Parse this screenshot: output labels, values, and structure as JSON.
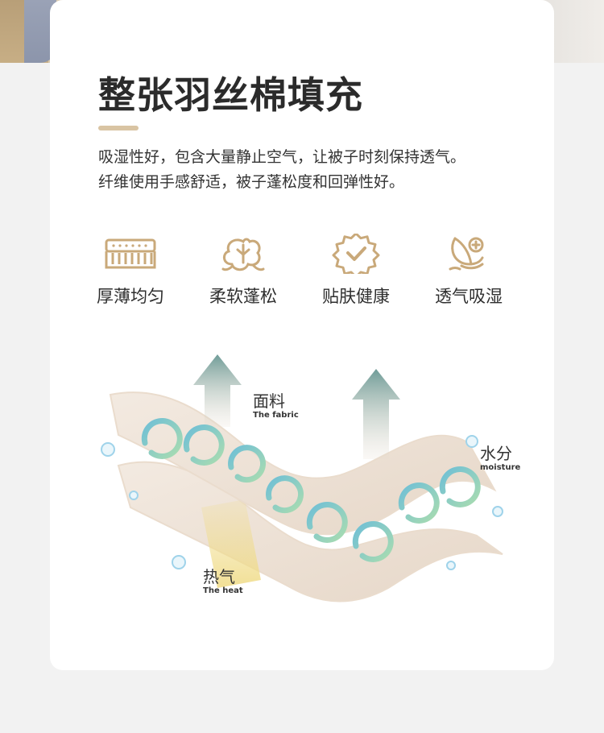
{
  "title": "整张羽丝棉填充",
  "description": [
    "吸湿性好，包含大量静止空气，让被子时刻保持透气。",
    "纤维使用手感舒适，被子蓬松度和回弹性好。"
  ],
  "features": [
    {
      "label": "厚薄均匀",
      "icon": "even-thickness-icon"
    },
    {
      "label": "柔软蓬松",
      "icon": "cotton-flower-icon"
    },
    {
      "label": "贴肤健康",
      "icon": "check-badge-icon"
    },
    {
      "label": "透气吸湿",
      "icon": "breathable-leaf-icon"
    }
  ],
  "diagram": {
    "fabric": {
      "cn": "面料",
      "en": "The fabric"
    },
    "moisture": {
      "cn": "水分",
      "en": "moisture"
    },
    "heat": {
      "cn": "热气",
      "en": "The heat"
    }
  },
  "colors": {
    "accent": "#d9c4a3",
    "icon": "#c9a97a",
    "title": "#2b2b2b",
    "fabric": "#efe3d7",
    "arrow_top": "#7fa6a0",
    "swirl_blue": "#6fbfd6",
    "swirl_green": "#9fd6b0"
  }
}
